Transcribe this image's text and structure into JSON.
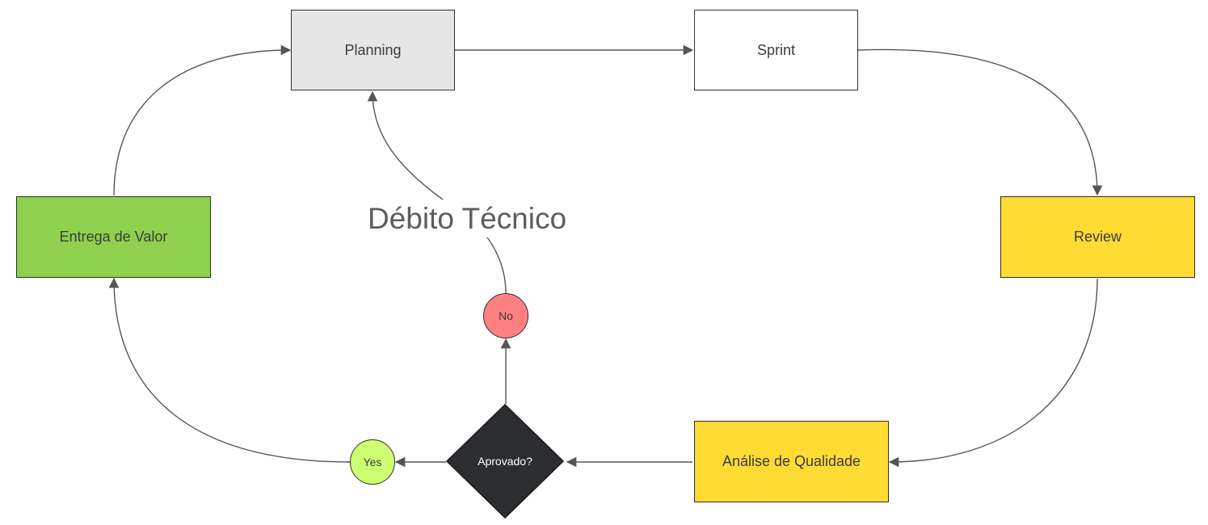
{
  "nodes": {
    "planning": "Planning",
    "sprint": "Sprint",
    "review": "Review",
    "quality": "Análise de Qualidade",
    "approved": "Aprovado?",
    "yes": "Yes",
    "no": "No",
    "value": "Entrega de Valor",
    "debt": "Débito Técnico"
  },
  "colors": {
    "planning": "#e6e6e6",
    "sprint": "#ffffff",
    "review": "#ffdb33",
    "quality": "#ffdb33",
    "approved": "#2c2d30",
    "yes": "#cdff73",
    "no": "#ff8080",
    "value": "#8fd14f",
    "edge": "#555555"
  }
}
